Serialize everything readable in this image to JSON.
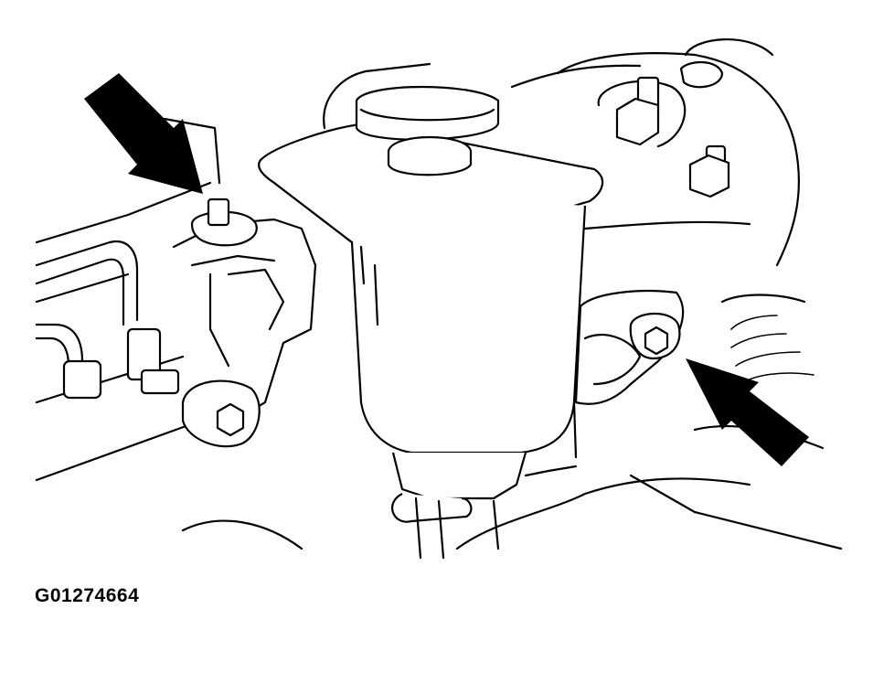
{
  "figure": {
    "code": "G01274664"
  },
  "icons": {
    "callout_arrows": [
      "arrow-upper-left-bolt",
      "arrow-lower-right-bolt"
    ]
  },
  "colors": {
    "line": "#000000",
    "background": "#ffffff"
  }
}
